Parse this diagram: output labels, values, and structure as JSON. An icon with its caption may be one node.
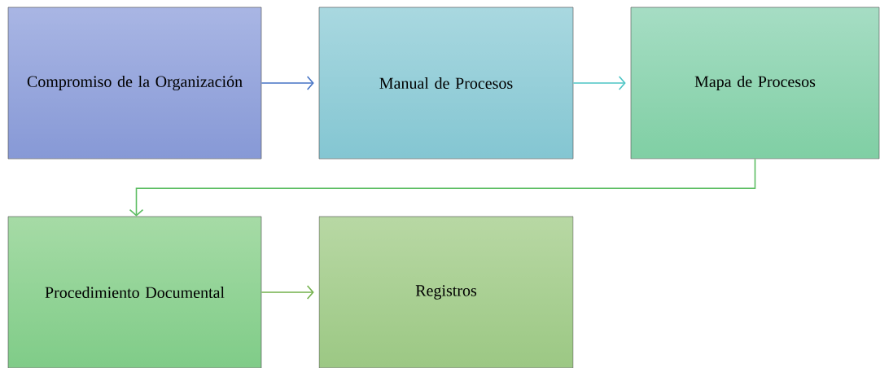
{
  "diagram": {
    "nodes": [
      {
        "text": [
          "Compromiso de la Organización"
        ]
      },
      {
        "text": [
          "Manual de Procesos"
        ]
      },
      {
        "text": [
          "Mapa de Procesos"
        ]
      },
      {
        "text": [
          "Procedimiento Documental"
        ]
      },
      {
        "text": [
          "Registros"
        ]
      }
    ],
    "edges": [
      {
        "from": 0,
        "to": 1,
        "arrow": "to",
        "color": "#4472c4"
      },
      {
        "from": 1,
        "to": 2,
        "arrow": "to",
        "color": "#4bc4c4"
      },
      {
        "from": 2,
        "to": 3,
        "arrow": "to",
        "color": "#5cbd62"
      },
      {
        "from": 3,
        "to": 4,
        "arrow": "to",
        "color": "#72b04a"
      }
    ]
  }
}
